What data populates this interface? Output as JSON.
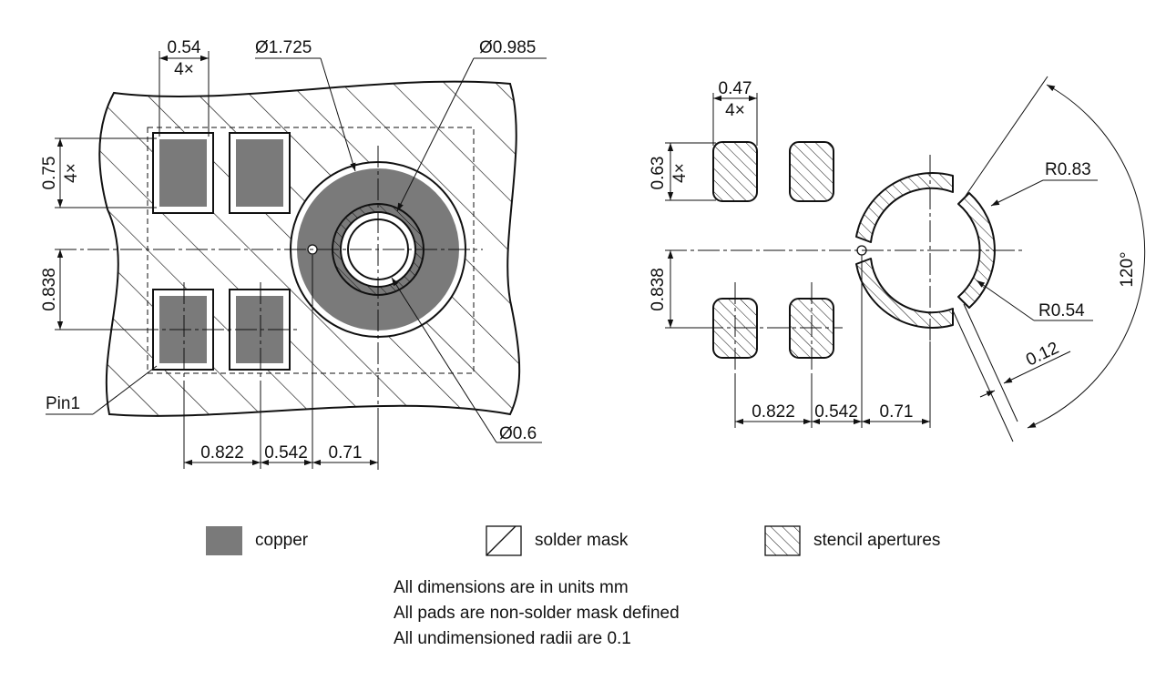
{
  "left_view": {
    "pad_width": "0.54",
    "pad_width_count": "4×",
    "pad_height": "0.75",
    "pad_height_count": "4×",
    "pad_pitch_vertical": "0.838",
    "ring_outer_diameter": "Ø1.725",
    "ring_inner_diameter": "Ø0.985",
    "hole_diameter": "Ø0.6",
    "pin_label": "Pin1",
    "pitch_1": "0.822",
    "pitch_2": "0.542",
    "pitch_3": "0.71"
  },
  "right_view": {
    "aperture_width": "0.47",
    "aperture_width_count": "4×",
    "aperture_height": "0.63",
    "aperture_height_count": "4×",
    "aperture_pitch_vertical": "0.838",
    "outer_radius": "R0.83",
    "inner_radius": "R0.54",
    "gap": "0.12",
    "angle": "120°",
    "pitch_1": "0.822",
    "pitch_2": "0.542",
    "pitch_3": "0.71"
  },
  "legend": {
    "copper": "copper",
    "solder_mask": "solder mask",
    "stencil": "stencil apertures",
    "copper_color": "#7a7a7a"
  },
  "notes": [
    "All dimensions are in units mm",
    "All pads are non-solder mask defined",
    "All undimensioned radii are 0.1"
  ]
}
